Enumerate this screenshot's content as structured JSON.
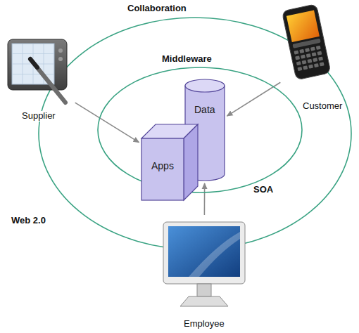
{
  "diagram": {
    "nodes": [
      {
        "text": [
          "Collaboration",
          "Web 2.0"
        ]
      },
      {
        "text": [
          "Supplier"
        ]
      },
      {
        "text": [
          "Customer"
        ]
      },
      {
        "text": [
          "Middleware",
          "SOA"
        ],
        "in": 0
      },
      {
        "text": [
          "Data"
        ],
        "in": 3
      },
      {
        "text": [
          "Apps"
        ],
        "in": 3
      },
      {
        "text": [
          "Employee"
        ]
      }
    ],
    "edges": [
      {
        "from": 1,
        "to": 5,
        "arrow": "to"
      },
      {
        "from": 2,
        "to": 4,
        "arrow": "to"
      },
      {
        "from": 6,
        "to": 4,
        "arrow": "to"
      }
    ]
  }
}
